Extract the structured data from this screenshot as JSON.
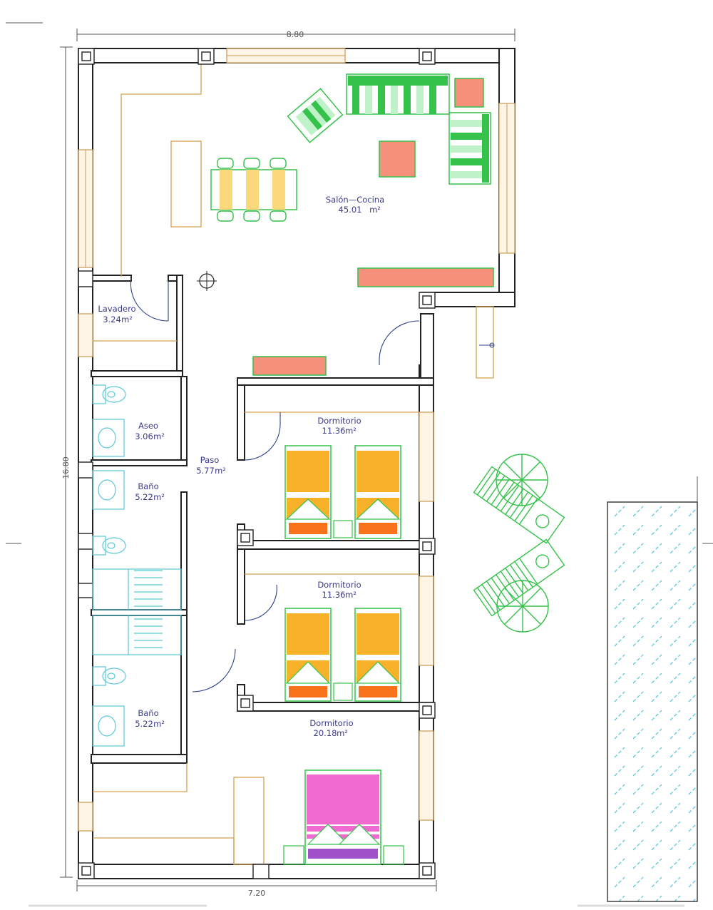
{
  "dimensions": {
    "top": "8.80",
    "bottom": "7.20",
    "left": "16.80"
  },
  "rooms": [
    {
      "name": "Salón—Cocina",
      "area": "45.01"
    },
    {
      "name": "Lavadero",
      "area": "3.24"
    },
    {
      "name": "Aseo",
      "area": "3.06"
    },
    {
      "name": "Paso",
      "area": "5.77"
    },
    {
      "name": "Baño",
      "area": "5.22"
    },
    {
      "name": "Baño",
      "area": "5.22"
    },
    {
      "name": "Dormitorio",
      "area": "11.36"
    },
    {
      "name": "Dormitorio",
      "area": "11.36"
    },
    {
      "name": "Dormitorio",
      "area": "20.18"
    }
  ],
  "area_unit": "m²",
  "colors": {
    "furniture_green": "#35c24a",
    "cushion_salmon": "#f5907a",
    "chair_yellow": "#fbd97a",
    "bed_orange": "#f7b22a",
    "pillow_orange": "#f7721a",
    "bed_pink": "#f06ad0",
    "bed_purple": "#a050c8",
    "pool_cyan": "#5ac8d8",
    "wall_outline": "#222222",
    "inner_lines": "#d4a050",
    "labels": "#3a3a8a"
  }
}
